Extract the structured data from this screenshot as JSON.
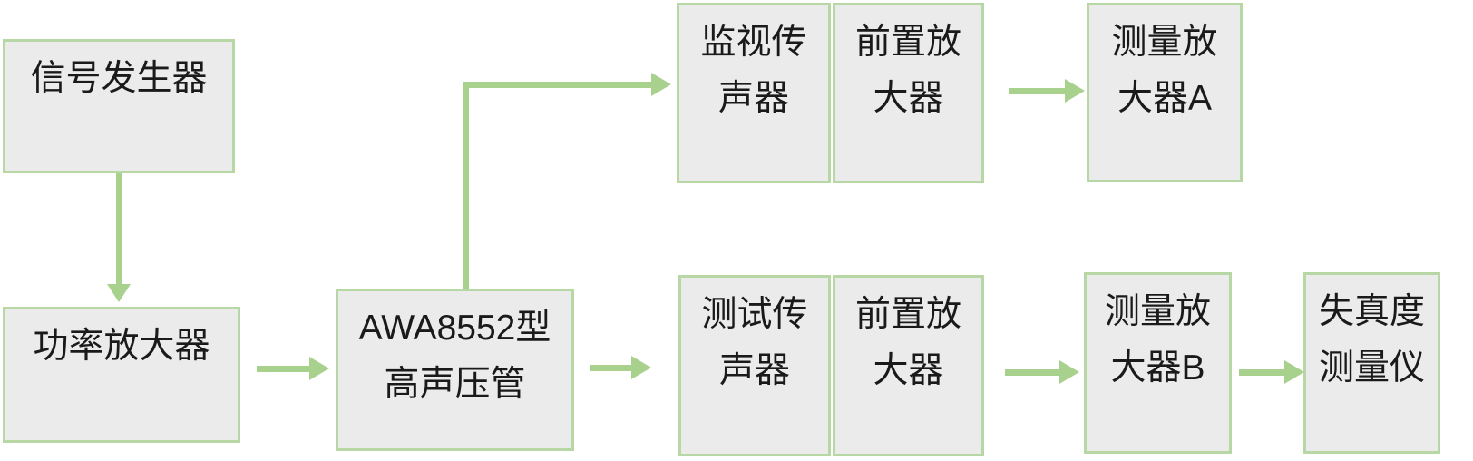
{
  "diagram": {
    "type": "flowchart",
    "colors": {
      "background": "#ffffff",
      "box_fill": "#ebebeb",
      "box_border": "#b7d7a5",
      "arrow": "#a9d18e",
      "text": "#1a1a1a"
    },
    "nodes": {
      "signal_generator": {
        "line1": "信号发生器",
        "line2": ""
      },
      "power_amplifier": {
        "line1": "功率放大器",
        "line2": ""
      },
      "awa_tube": {
        "line1": "AWA8552型",
        "line2": "高声压管"
      },
      "monitor_mic": {
        "line1": "监视传",
        "line2": "声器"
      },
      "preamp_top": {
        "line1": "前置放",
        "line2": "大器"
      },
      "measuring_amp_a": {
        "line1": "测量放",
        "line2": "大器A"
      },
      "test_mic": {
        "line1": "测试传",
        "line2": "声器"
      },
      "preamp_bottom": {
        "line1": "前置放",
        "line2": "大器"
      },
      "measuring_amp_b": {
        "line1": "测量放",
        "line2": "大器B"
      },
      "distortion_meter": {
        "line1": "失真度",
        "line2": "测量仪"
      }
    },
    "connections": [
      {
        "from": "signal_generator",
        "to": "power_amplifier",
        "style": "straight-down"
      },
      {
        "from": "power_amplifier",
        "to": "awa_tube",
        "style": "straight-right"
      },
      {
        "from": "awa_tube",
        "to": "monitor_mic",
        "style": "elbow-up-right"
      },
      {
        "from": "awa_tube",
        "to": "test_mic",
        "style": "straight-right"
      },
      {
        "from": "preamp_top",
        "to": "measuring_amp_a",
        "style": "straight-right"
      },
      {
        "from": "preamp_bottom",
        "to": "measuring_amp_b",
        "style": "straight-right"
      },
      {
        "from": "measuring_amp_b",
        "to": "distortion_meter",
        "style": "straight-right"
      }
    ]
  }
}
